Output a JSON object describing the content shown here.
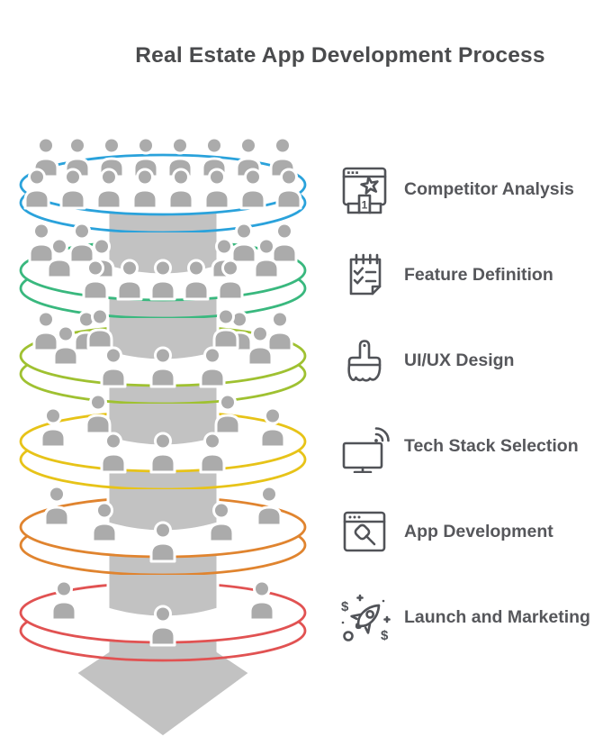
{
  "title": "Real Estate App Development Process",
  "colors": {
    "title_text": "#4a4b4d",
    "step_text": "#56575b",
    "icon_stroke": "#515358",
    "arrow_gray": "#c2c2c2",
    "person_gray": "#ababab",
    "outline_white": "#ffffff"
  },
  "funnel": {
    "type": "funnel-diagram",
    "direction": "top-down",
    "arrow": "large gray down arrow through stacked discs"
  },
  "steps": [
    {
      "label": "Competitor Analysis",
      "icon": "competitor-analysis-icon",
      "ring_color": "#2aa2db",
      "people_count": 16
    },
    {
      "label": "Feature Definition",
      "icon": "feature-definition-icon",
      "ring_color": "#39b87e",
      "people_count": 13
    },
    {
      "label": "UI/UX Design",
      "icon": "uiux-design-icon",
      "ring_color": "#9fc131",
      "people_count": 11
    },
    {
      "label": "Tech Stack Selection",
      "icon": "tech-stack-icon",
      "ring_color": "#e7c318",
      "people_count": 7
    },
    {
      "label": "App Development",
      "icon": "app-development-icon",
      "ring_color": "#e0842f",
      "people_count": 5
    },
    {
      "label": "Launch and Marketing",
      "icon": "launch-marketing-icon",
      "ring_color": "#e15252",
      "people_count": 3
    }
  ],
  "icon_glyphs": {
    "competitor": {
      "podium_rank": "1"
    },
    "launch": {
      "currency": "$"
    }
  }
}
